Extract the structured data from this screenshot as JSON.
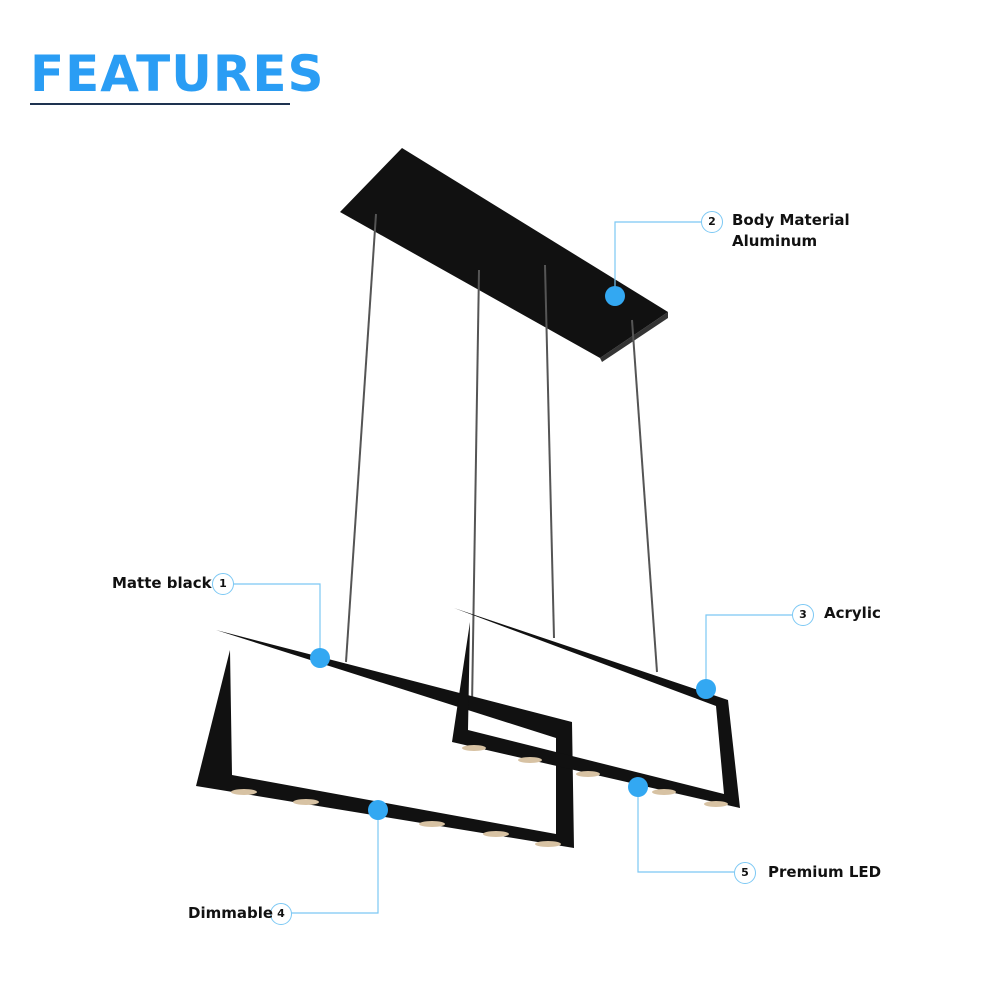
{
  "title": "FEATURES",
  "colors": {
    "title": "#2a9df4",
    "marker": "#33a8f2",
    "leader": "#7cc8f4",
    "fixture": "#111111",
    "wire": "#555555",
    "led": "#d7c2a3",
    "text": "#111111"
  },
  "callouts": [
    {
      "number": "1",
      "label": "Matte black"
    },
    {
      "number": "2",
      "label": "Body Material",
      "sublabel": "Aluminum"
    },
    {
      "number": "3",
      "label": "Acrylic"
    },
    {
      "number": "4",
      "label": "Dimmable"
    },
    {
      "number": "5",
      "label": "Premium LED"
    }
  ]
}
